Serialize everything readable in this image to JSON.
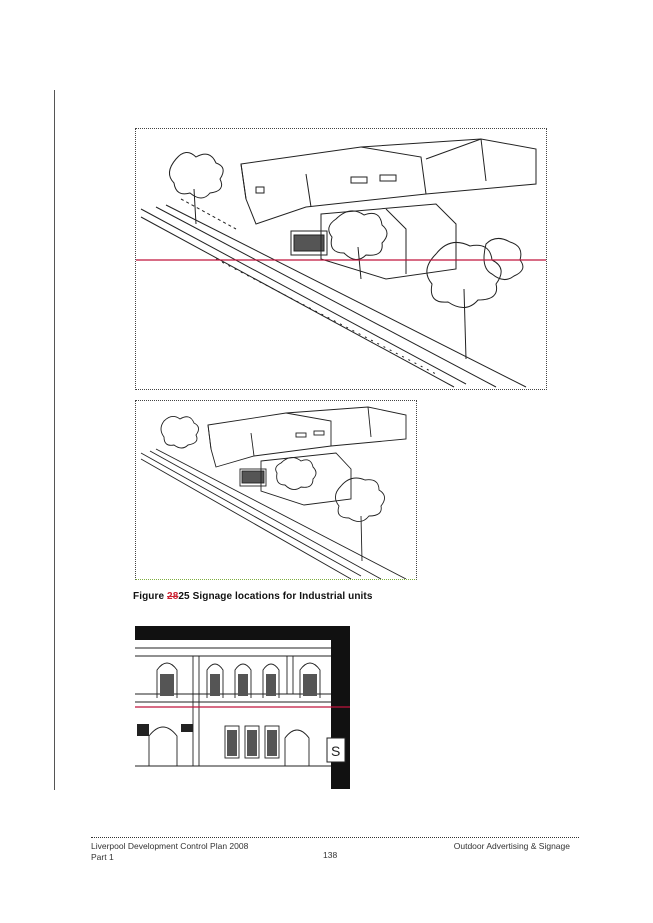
{
  "caption": {
    "prefix": "Figure ",
    "deleted_number": "28",
    "inserted_number": "25",
    "text": " Signage locations for Industrial units"
  },
  "footer": {
    "left_line1": "Liverpool Development Control Plan 2008",
    "left_line2": "Part 1",
    "page_number": "138",
    "right_line": "Outdoor Advertising & Signage"
  },
  "colors": {
    "revision_red": "#cc2233",
    "highlight_line": "#c0143c"
  }
}
